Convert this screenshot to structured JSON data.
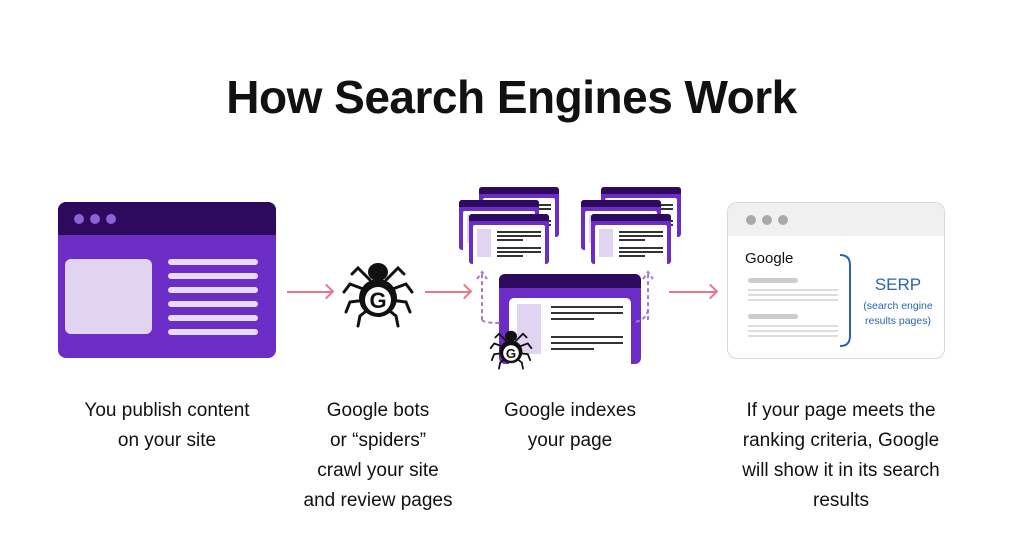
{
  "title": "How Search Engines Work",
  "steps": [
    {
      "caption": [
        "You publish content",
        "on your site"
      ]
    },
    {
      "caption": [
        "Google bots",
        "or “spiders”",
        "crawl your site",
        "and review pages"
      ],
      "icon": "spider-g-icon"
    },
    {
      "caption": [
        "Google indexes",
        "your page"
      ]
    },
    {
      "caption": [
        "If your page meets the",
        "ranking criteria, Google",
        "will show it in its search",
        "results"
      ]
    }
  ],
  "serp": {
    "brand": "Google",
    "label": "SERP",
    "sub": [
      "(search engine",
      "results pages)"
    ]
  },
  "colors": {
    "purple": "#6c2dc7",
    "dark": "#2d0a5e",
    "light": "#e0d4f0",
    "arrow": "#e8768a",
    "blue": "#2a64b0"
  }
}
